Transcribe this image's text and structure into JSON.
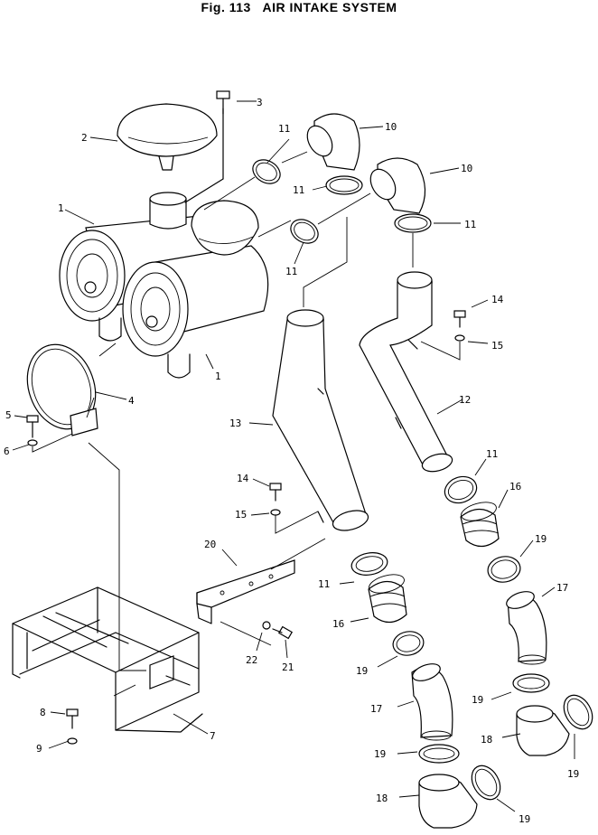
{
  "title": "Fig. 113   AIR INTAKE SYSTEM",
  "callouts": {
    "c1a": "1",
    "c1b": "1",
    "c2": "2",
    "c3": "3",
    "c4": "4",
    "c5": "5",
    "c6": "6",
    "c7": "7",
    "c8": "8",
    "c9": "9",
    "c10a": "10",
    "c10b": "10",
    "c11a": "11",
    "c11b": "11",
    "c11c": "11",
    "c11d": "11",
    "c11e": "11",
    "c11f": "11",
    "c12": "12",
    "c13": "13",
    "c14a": "14",
    "c14b": "14",
    "c15a": "15",
    "c15b": "15",
    "c16a": "16",
    "c16b": "16",
    "c17a": "17",
    "c17b": "17",
    "c18a": "18",
    "c18b": "18",
    "c19a": "19",
    "c19b": "19",
    "c19c": "19",
    "c19d": "19",
    "c19e": "19",
    "c19f": "19",
    "c20": "20",
    "c21": "21",
    "c22": "22"
  }
}
